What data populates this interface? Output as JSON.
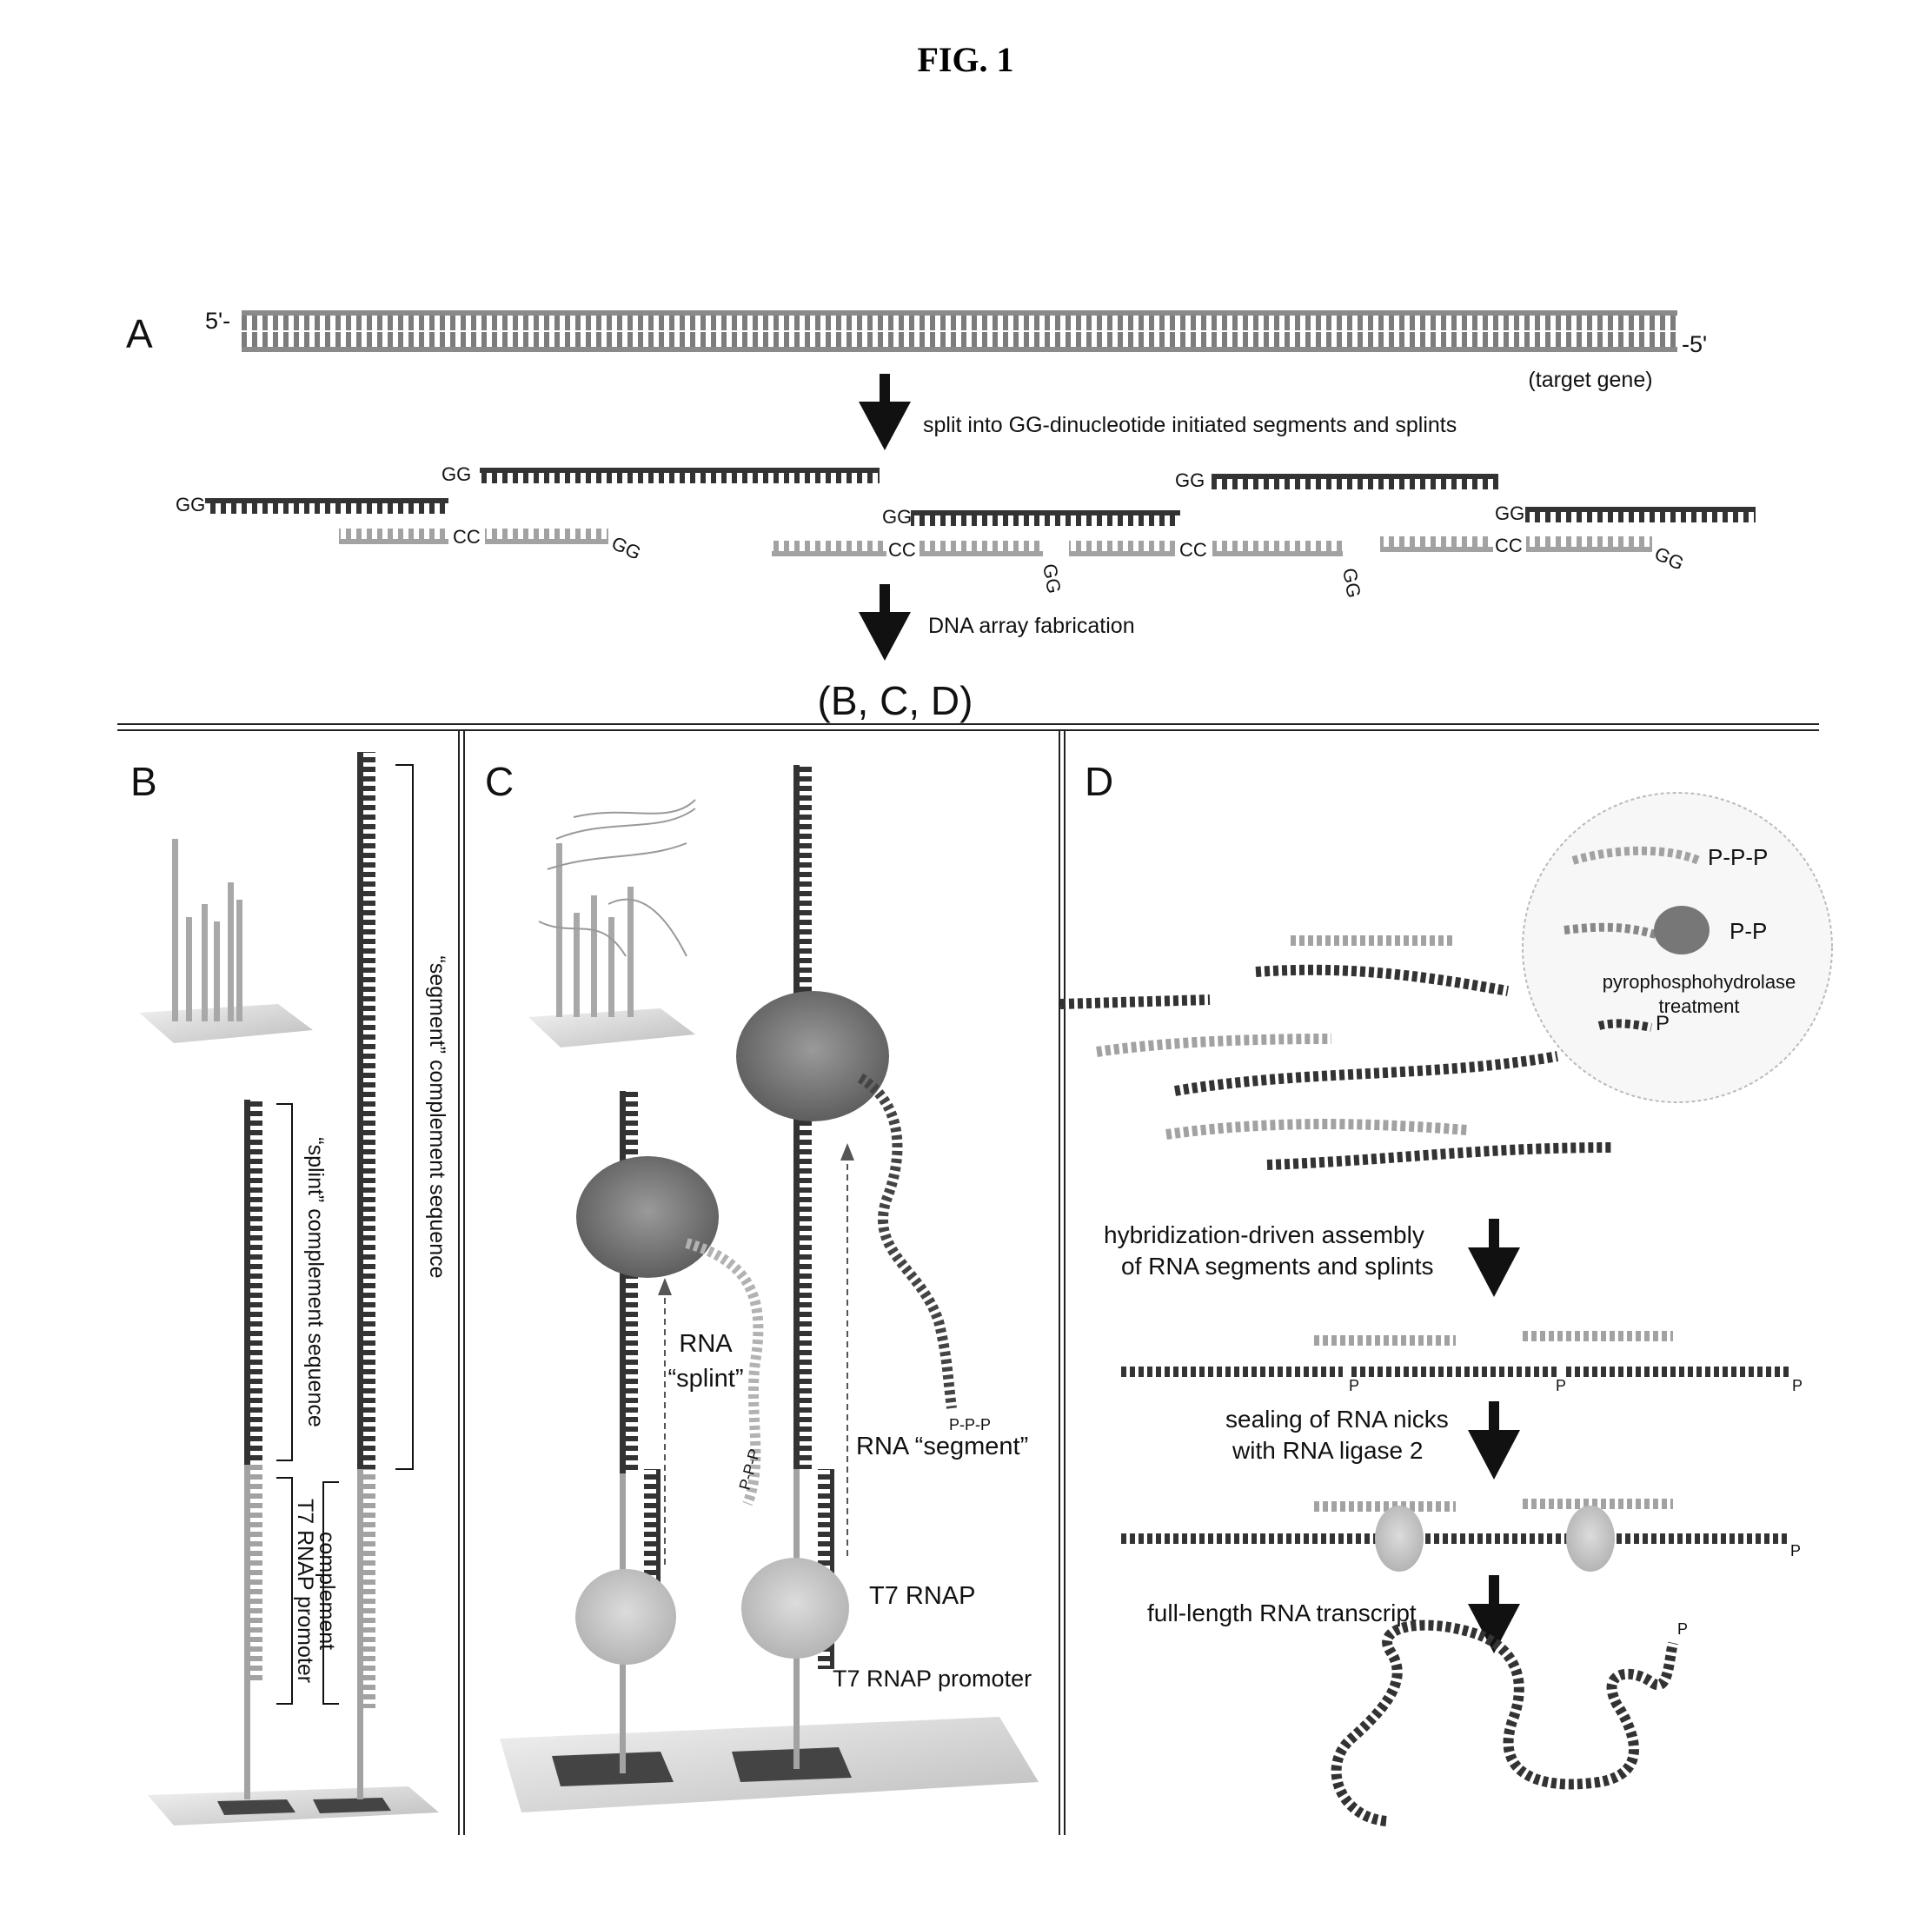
{
  "figure_title": "FIG. 1",
  "panel_a": {
    "letter": "A",
    "end_left": "5'-",
    "end_right": "-5'",
    "target_caption": "(target gene)",
    "step1": "split into GG-dinucleotide initiated segments and splints",
    "gg": "GG",
    "cc": "CC",
    "step2": "DNA array fabrication",
    "next": "(B, C, D)"
  },
  "panel_b": {
    "letter": "B",
    "splint_bracket": "“splint” complement sequence",
    "segment_bracket": "“segment” complement sequence",
    "promoter_bracket_1": "T7 RNAP promoter",
    "promoter_bracket_2": "complement"
  },
  "panel_c": {
    "letter": "C",
    "rna_splint_1": "RNA",
    "rna_splint_2": "“splint”",
    "rna_segment": "RNA “segment”",
    "t7_rnap": "T7 RNAP",
    "t7_promoter": "T7 RNAP promoter",
    "ppp": "P-P-P"
  },
  "panel_d": {
    "letter": "D",
    "ppp": "P-P-P",
    "pp": "P-P",
    "p": "P",
    "treatment_1": "pyrophosphohydrolase",
    "treatment_2": "treatment",
    "step_hyb_1": "hybridization-driven assembly",
    "step_hyb_2": "of RNA segments and splints",
    "step_seal_1": "sealing of RNA nicks",
    "step_seal_2": "with RNA ligase 2",
    "step_full": "full-length RNA transcript"
  },
  "colors": {
    "dark_strand": "#3a3a3a",
    "light_strand": "#9a9a9a",
    "mid_strand": "#6e6e6e",
    "ink": "#111111"
  }
}
